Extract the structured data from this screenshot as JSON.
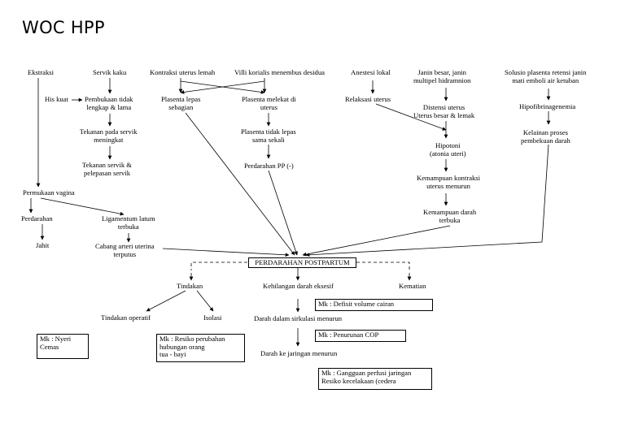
{
  "title": "WOC HPP",
  "nodes": {
    "ekstraksi": "Ekstraksi",
    "servik_kaku": "Servik kaku",
    "kontraksi": "Kontraksi uterus lemah",
    "villi": "Villi korialis menembus desidua",
    "anestesi": "Anestesi lokal",
    "janin": "Janin besar, janin\nmultipel hidramnion",
    "solusio": "Solusio plasenta retensi janin\nmati emboli air ketuban",
    "his_kuat": "His kuat",
    "pembukaan": "Pembukaan tidak\nlengkap & lama",
    "plasenta_lepas": "Plasenta lepas\nsebagian",
    "plasenta_melekat": "Plasenta melekat di\nuterus",
    "relaksasi": "Relaksasi uterus",
    "distensi": "Distensi uterus\nUterus besar & lemak",
    "hipofibri": "Hipofibrinagenemia",
    "tekanan_servik": "Tekanan pada servik\nmeningkat",
    "plasenta_tidak": "Plasenta tidak lepas\nsama sekali",
    "hipotoni": "Hipotoni\n(atonia uteri)",
    "kelainan": "Kelainan proses\npembekuan darah",
    "tekanan_pelepasan": "Tekanan servik &\npelepasan servik",
    "perdarahan_pp": "Perdarahan PP (-)",
    "kemampuan_kontraksi": "Kemampuan kontraksi\nuterus menurun",
    "permukaan": "Permukaan vagina",
    "kemampuan_darah": "Kemampuan darah\nterbuka",
    "perdarahan": "Perdarahan",
    "ligamentum": "Ligamentum latum\nterbuka",
    "jahit": "Jahit",
    "cabang": "Cabang arteri uterina\nterputus",
    "tindakan": "Tindakan",
    "kehilangan": "Kehilangan darah eksesif",
    "kematian": "Kematian",
    "operatif": "Tindakan operatif",
    "isolasi": "Isolasi",
    "darah_dalam": "Darah dalam sirkulasi menurun",
    "darah_ke": "Darah ke jaringan menurun"
  },
  "boxes": {
    "central": "PERDARAHAN POSTPARTUM",
    "mk_defisit": "Mk : Defisit volume cairan",
    "mk_nyeri": "Mk : Nyeri\n        Cemas",
    "mk_resiko": "Mk   :   Resiko   perubahan\n           hubungan        orang\n           tua - bayi",
    "mk_cop": "Mk : Penurunan COP",
    "mk_perfusi": "Mk : Gangguan perfusi jaringan\n        Resiko kecelakaan (cedera"
  }
}
